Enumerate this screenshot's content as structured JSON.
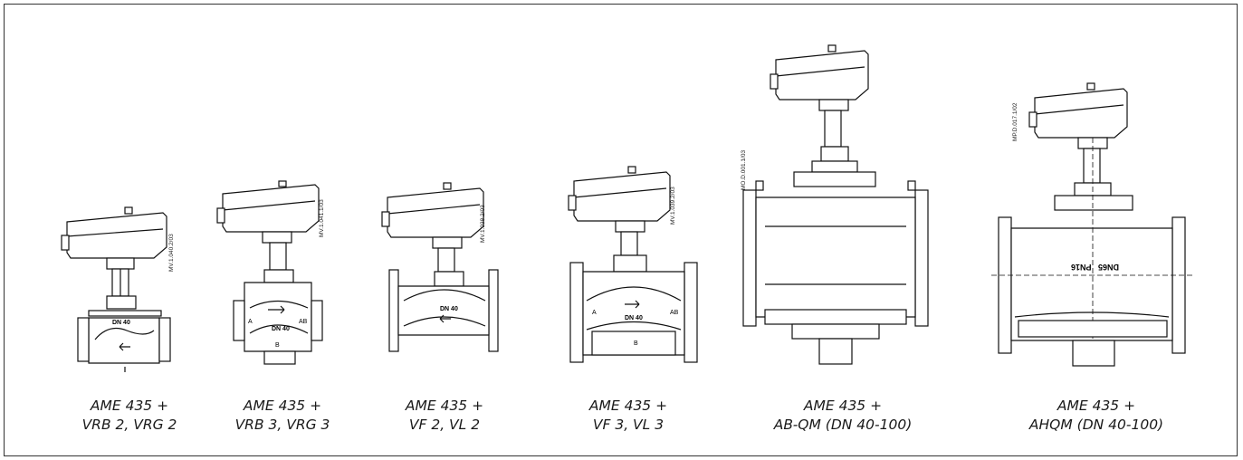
{
  "figures": [
    {
      "drawing_code": "MV.1.040.2/03",
      "valve_marking": "DN 40",
      "caption_line1": "AME 435 +",
      "caption_line2": "VRB 2, VRG 2"
    },
    {
      "drawing_code": "MV.1.041.1/03",
      "valve_marking": "DN 40",
      "port_labels": [
        "A",
        "AB",
        "B"
      ],
      "caption_line1": "AME 435 +",
      "caption_line2": "VRB 3, VRG 3"
    },
    {
      "drawing_code": "MV.1.038.2/03",
      "valve_marking": "DN 40",
      "caption_line1": "AME 435 +",
      "caption_line2": "VF 2, VL 2"
    },
    {
      "drawing_code": "MV.1.039.2/03",
      "valve_marking": "DN 40",
      "port_labels": [
        "A",
        "AB",
        "B"
      ],
      "caption_line1": "AME 435 +",
      "caption_line2": "VF 3, VL 3"
    },
    {
      "drawing_code": "MO.D.001.1/03",
      "caption_line1": "AME 435 +",
      "caption_line2": "AB-QM (DN 40-100)"
    },
    {
      "drawing_code": "MP.D.017.1/02",
      "valve_marking": "DN65   PN16",
      "caption_line1": "AME 435 +",
      "caption_line2": "AHQM (DN 40-100)"
    }
  ]
}
